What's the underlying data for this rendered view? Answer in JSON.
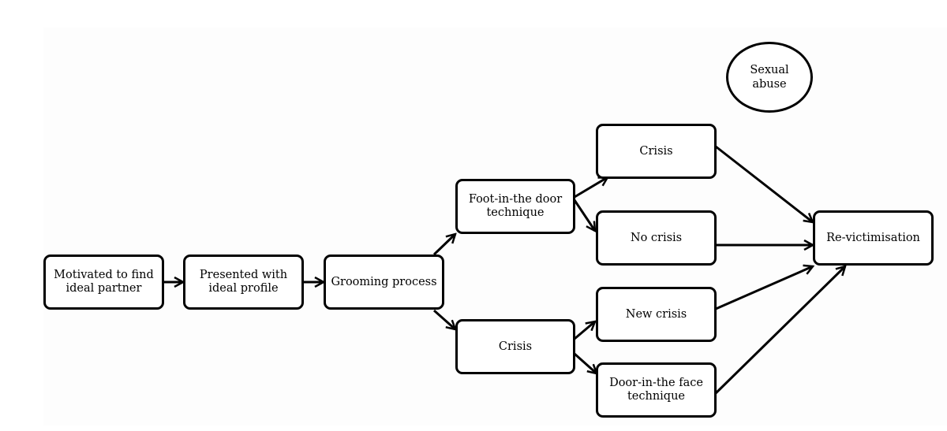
{
  "nodes": {
    "motivated": "Motivated to find\nideal partner",
    "presented": "Presented with\nideal profile",
    "grooming": "Grooming process",
    "foot_in_door": "Foot-in-the door\ntechnique",
    "crisis_lower": "Crisis",
    "crisis_upper": "Crisis",
    "no_crisis": "No crisis",
    "new_crisis": "New crisis",
    "door_in_face": "Door-in-the face\ntechnique",
    "revictimisation": "Re-victimisation",
    "sexual_abuse": "Sexual\nabuse"
  },
  "colors": {
    "stroke": "#000000",
    "background": "#ffffff"
  }
}
